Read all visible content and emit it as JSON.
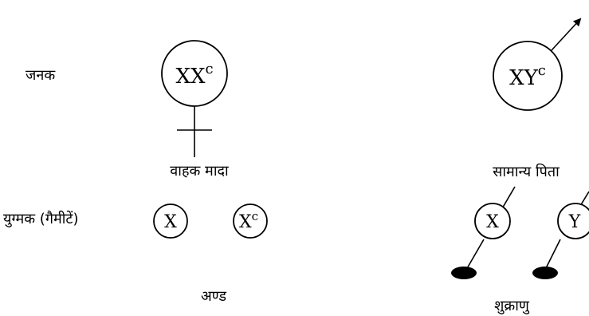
{
  "labels": {
    "parents": "जनक",
    "carrier_female": "वाहक मादा",
    "normal_father": "सामान्य पिता",
    "gametes": "युग्मक (गैमीटें)",
    "eggs": "अण्ड",
    "sperms": "शुक्राणु"
  },
  "female_genotype": {
    "base": "XX",
    "sup": "c"
  },
  "male_genotype": {
    "base": "XY",
    "sup": "c"
  },
  "egg_1": {
    "base": "X",
    "sup": ""
  },
  "egg_2": {
    "base": "X",
    "sup": "c"
  },
  "sperm_1": {
    "base": "X",
    "sup": ""
  },
  "sperm_2": {
    "base": "Y",
    "sup": ""
  }
}
